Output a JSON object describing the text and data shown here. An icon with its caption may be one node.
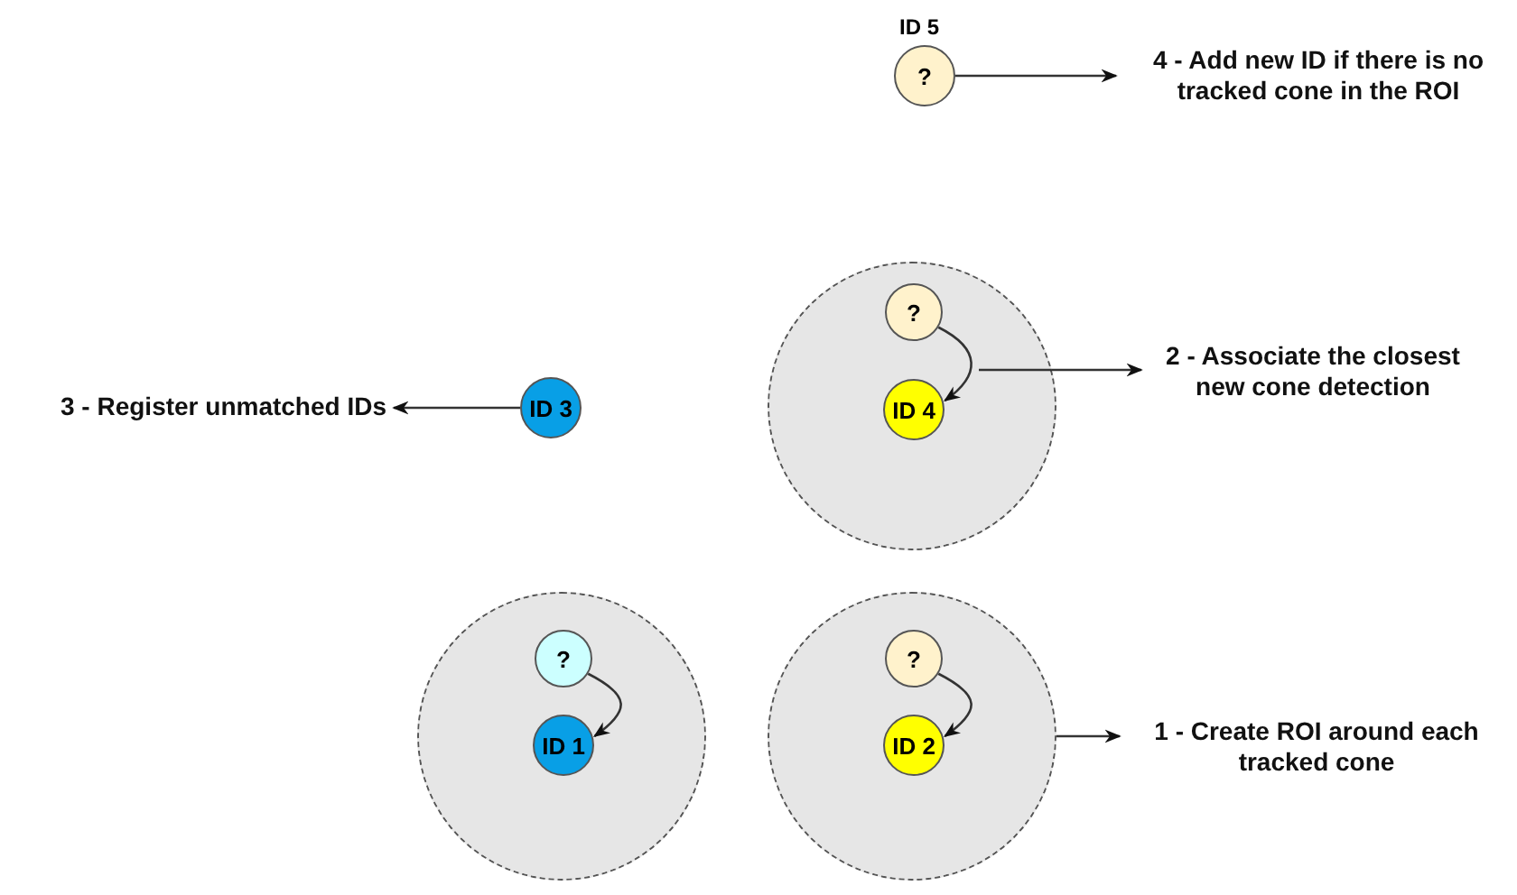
{
  "diagram": {
    "nodes": [
      {
        "text": [
          "?"
        ],
        "beside": [
          "ID 5"
        ]
      },
      {
        "text": [
          "4 - Add new ID if there is no tracked cone in the ROI"
        ]
      },
      {
        "text": [],
        "shape": "circle"
      },
      {
        "text": [
          "?"
        ],
        "in": 2
      },
      {
        "text": [
          "ID 4"
        ],
        "in": 2
      },
      {
        "text": [
          "2 - Associate the closest new cone detection"
        ]
      },
      {
        "text": [
          "ID 3"
        ]
      },
      {
        "text": [
          "3 - Register unmatched IDs"
        ]
      },
      {
        "text": [],
        "shape": "circle"
      },
      {
        "text": [
          "?"
        ],
        "in": 8
      },
      {
        "text": [
          "ID 1"
        ],
        "in": 8
      },
      {
        "text": [],
        "shape": "circle"
      },
      {
        "text": [
          "?"
        ],
        "in": 11
      },
      {
        "text": [
          "ID 2"
        ],
        "in": 11
      },
      {
        "text": [
          "1 - Create ROI around each tracked cone"
        ]
      }
    ],
    "edges": [
      {
        "from": 0,
        "to": 1,
        "arrow": "to"
      },
      {
        "from": 3,
        "to": 4,
        "arrow": "to"
      },
      {
        "from": 2,
        "to": 5,
        "arrow": "to"
      },
      {
        "from": 6,
        "to": 7,
        "arrow": "to"
      },
      {
        "from": 9,
        "to": 10,
        "arrow": "to"
      },
      {
        "from": 12,
        "to": 13,
        "arrow": "to"
      },
      {
        "from": 11,
        "to": 14,
        "arrow": "to"
      }
    ]
  }
}
